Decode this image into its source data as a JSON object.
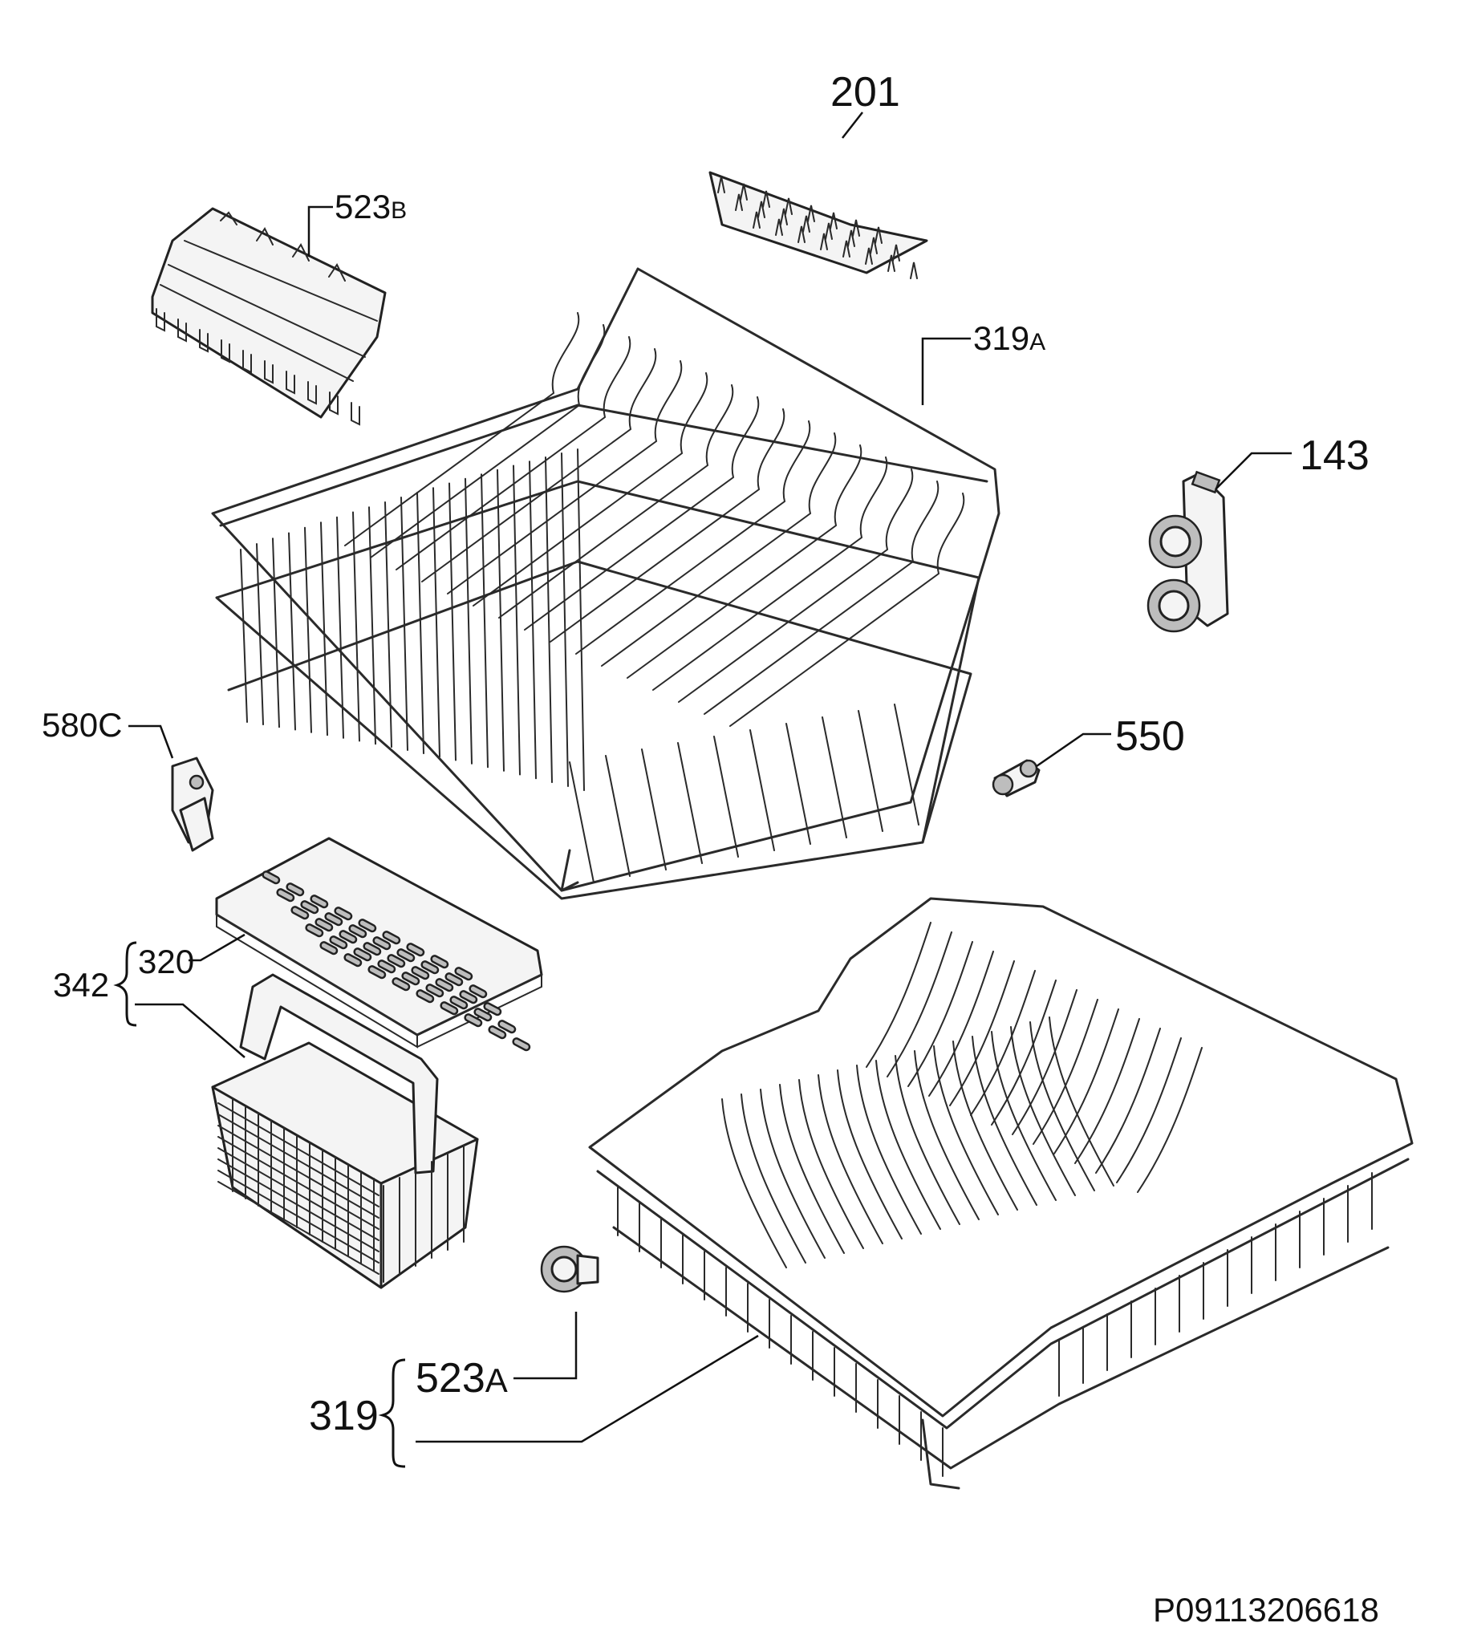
{
  "labels": {
    "p201": "201",
    "p523b": "523",
    "p523b_suffix": "B",
    "p319a": "319",
    "p319a_suffix": "A",
    "p143": "143",
    "p580c": "580C",
    "p550": "550",
    "p342": "342",
    "p320": "320",
    "p319": "319",
    "p523a": "523",
    "p523a_suffix": "A"
  },
  "drawing_id": "P09113206618"
}
